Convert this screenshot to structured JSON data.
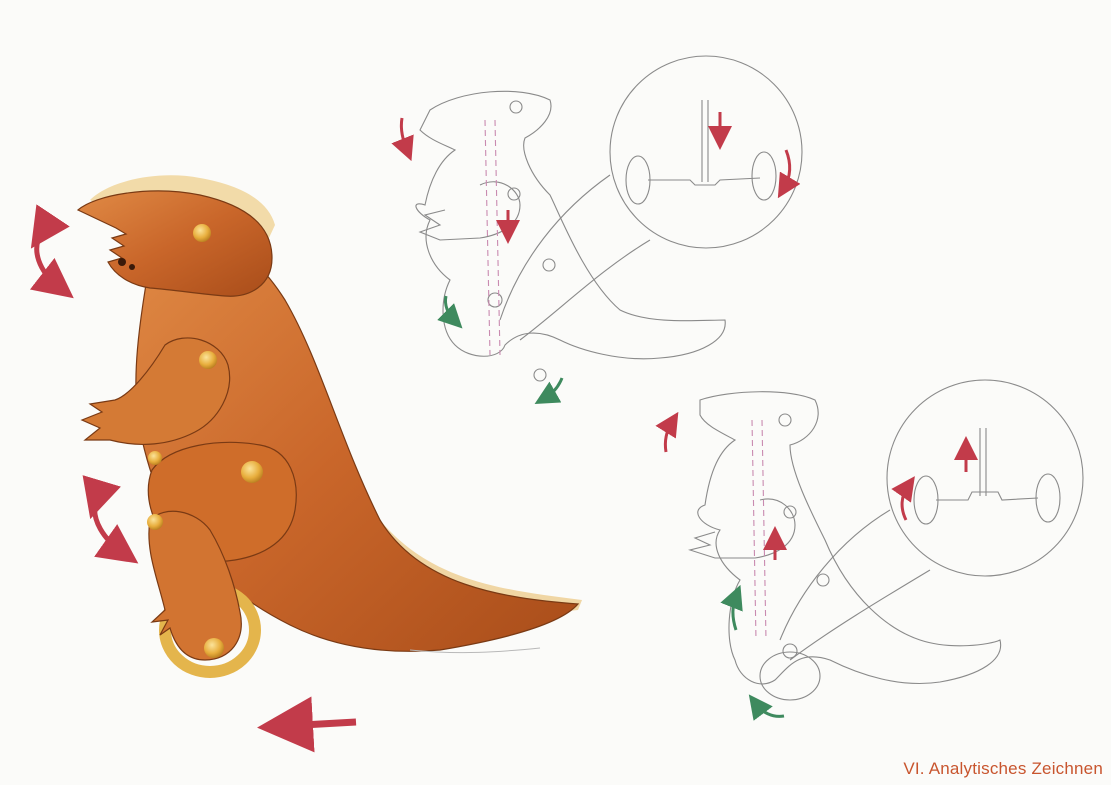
{
  "caption": "VI. Analytisches Zeichnen",
  "colors": {
    "paper": "#fbfbf9",
    "wood_dark": "#b8571c",
    "wood_mid": "#cf6d2a",
    "wood_light": "#e59a4f",
    "edge": "#f1d9a8",
    "peg": "#e6ad3a",
    "motion_red": "#c23b4a",
    "motion_green": "#3e8a5e",
    "pencil": "#8a8a8a",
    "caption": "#c8552e"
  },
  "icons": {
    "motion_arrow_red": "curved-double-arrow",
    "motion_arrow_green": "curved-arrow",
    "push_direction": "left-arrow"
  }
}
